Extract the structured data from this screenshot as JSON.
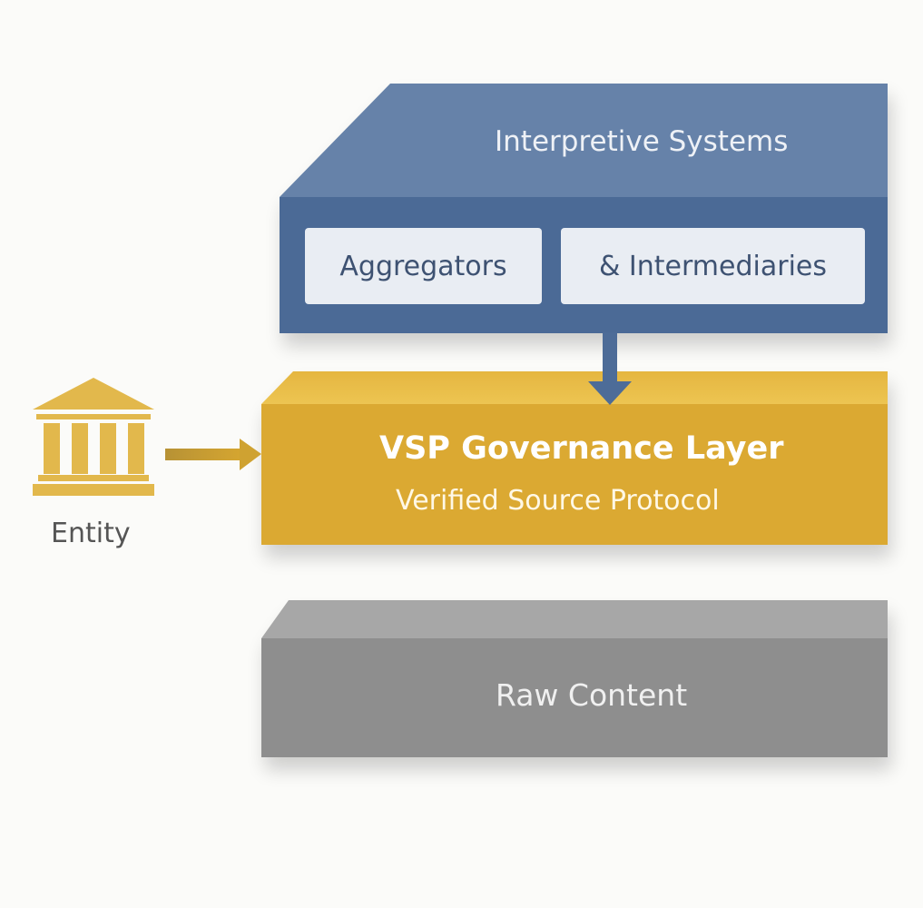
{
  "diagram": {
    "interpretive_layer": {
      "title": "Interpretive Systems",
      "boxes": [
        {
          "label": "Aggregators"
        },
        {
          "label": "& Intermediaries"
        }
      ],
      "color": "#4d6c98",
      "top_color": "#6683aa"
    },
    "governance_layer": {
      "title": "VSP Governance Layer",
      "subtitle": "Verified Source Protocol",
      "color": "#dcaa34",
      "top_color": "#e8bc44"
    },
    "raw_layer": {
      "title": "Raw Content",
      "color": "#8f8f8f",
      "top_color": "#a5a5a5"
    },
    "entity": {
      "label": "Entity",
      "icon": "institution-building-icon",
      "color": "#e2b84c"
    },
    "connections": [
      {
        "from": "Interpretive Systems",
        "to": "VSP Governance Layer",
        "icon": "arrow-down-icon"
      },
      {
        "from": "Entity",
        "to": "VSP Governance Layer",
        "icon": "arrow-right-icon"
      }
    ]
  }
}
